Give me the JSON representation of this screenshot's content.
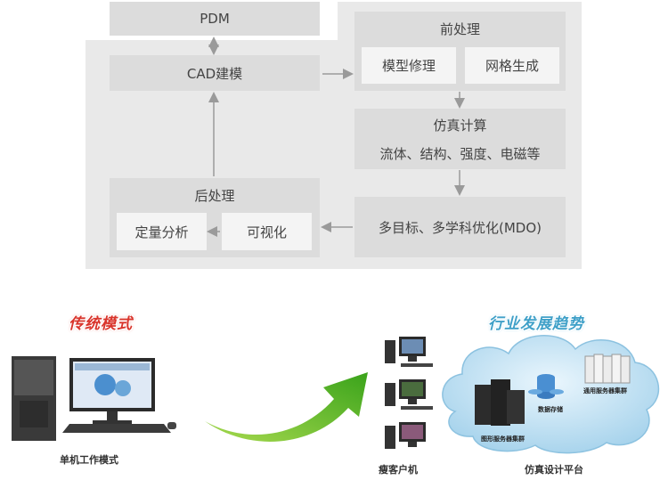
{
  "flow": {
    "pdm": "PDM",
    "cad": "CAD建模",
    "preprocess": {
      "title": "前处理",
      "items": [
        "模型修理",
        "网格生成"
      ]
    },
    "simulation": {
      "title": "仿真计算",
      "subtitle": "流体、结构、强度、电磁等"
    },
    "mdo": "多目标、多学科优化(MDO)",
    "postprocess": {
      "title": "后处理",
      "items": [
        "定量分析",
        "可视化"
      ]
    }
  },
  "traditional": {
    "heading": "传统模式",
    "caption": "单机工作模式"
  },
  "trend": {
    "heading": "行业发展趋势",
    "thin_client_label": "瘦客户机",
    "platform_label": "仿真设计平台",
    "cloud_labels": {
      "graphics_cluster": "图形服务器集群",
      "data_storage": "数据存储",
      "general_cluster": "通用服务器集群"
    }
  },
  "colors": {
    "panel": "#e9e9e9",
    "box": "#dcdcdc",
    "inner": "#f4f4f4",
    "arrow": "#9a9a9a",
    "green_arrow": "#5fbf2a",
    "cloud": "#bfe0f2"
  },
  "icons": [
    "desktop-workstation-icon",
    "green-arrow-icon",
    "thin-client-icon",
    "cloud-icon",
    "server-rack-icon",
    "database-icon"
  ]
}
